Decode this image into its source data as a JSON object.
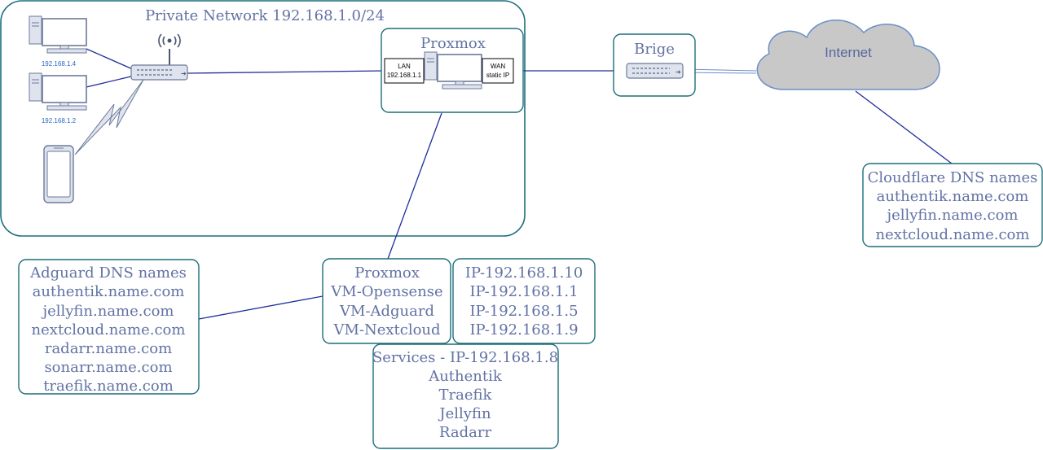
{
  "colors": {
    "box_border": "#1b6e7a",
    "line": "#1f2e9c",
    "text_slate": "#6272a4",
    "ip_label": "#2a66c8",
    "cloud_fill": "#c8c8c8",
    "cloud_stroke": "#6b8fc7",
    "device_fill": "#dfe3ee",
    "device_stroke": "#6b7a99"
  },
  "private_network": {
    "title": "Private Network 192.168.1.0/24",
    "pc1_ip": "192.168.1.4",
    "pc2_ip": "192.168.1.2",
    "devices": [
      "desktop-pc-icon",
      "desktop-pc-icon",
      "router-icon",
      "smartphone-icon",
      "wireless-link-icon"
    ]
  },
  "proxmox_host": {
    "title": "Proxmox",
    "lan_label": "LAN",
    "lan_ip": "192.168.1.1",
    "wan_label": "WAN",
    "wan_ip": "static IP"
  },
  "bridge": {
    "title": "Brige"
  },
  "internet": {
    "label": "Internet"
  },
  "cloudflare": {
    "lines": [
      "Cloudflare DNS names",
      "authentik.name.com",
      "jellyfin.name.com",
      "nextcloud.name.com"
    ]
  },
  "adguard": {
    "lines": [
      "Adguard DNS names",
      "authentik.name.com",
      "jellyfin.name.com",
      "nextcloud.name.com",
      "radarr.name.com",
      "sonarr.name.com",
      "traefik.name.com"
    ]
  },
  "vms": {
    "lines": [
      "Proxmox",
      "VM-Opensense",
      "VM-Adguard",
      "VM-Nextcloud"
    ]
  },
  "vm_ips": {
    "lines": [
      "IP-192.168.1.10",
      "IP-192.168.1.1",
      "IP-192.168.1.5",
      "IP-192.168.1.9"
    ]
  },
  "services": {
    "lines": [
      "Services - IP-192.168.1.8",
      "Authentik",
      "Traefik",
      "Jellyfin",
      "Radarr"
    ]
  }
}
